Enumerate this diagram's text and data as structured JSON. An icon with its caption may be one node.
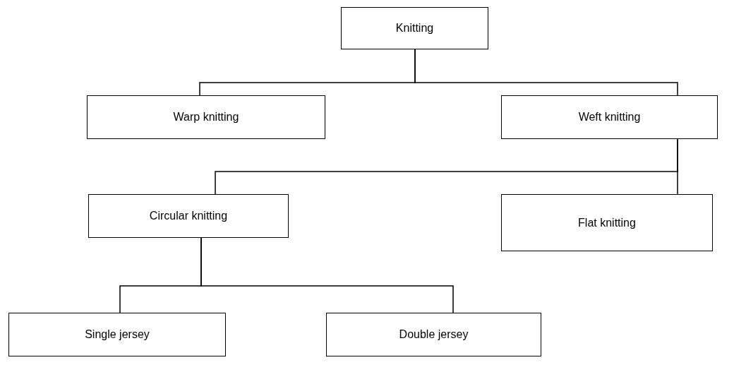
{
  "diagram": {
    "nodes": [
      {
        "text": [
          "Knitting"
        ]
      },
      {
        "text": [
          "Warp knitting"
        ]
      },
      {
        "text": [
          "Weft knitting"
        ]
      },
      {
        "text": [
          "Circular knitting"
        ]
      },
      {
        "text": [
          "Flat knitting"
        ]
      },
      {
        "text": [
          "Single jersey"
        ]
      },
      {
        "text": [
          "Double jersey"
        ]
      }
    ],
    "edges": [
      {
        "from": 0,
        "to": 1,
        "arrow": "none"
      },
      {
        "from": 0,
        "to": 2,
        "arrow": "none"
      },
      {
        "from": 2,
        "to": 3,
        "arrow": "none"
      },
      {
        "from": 2,
        "to": 4,
        "arrow": "none"
      },
      {
        "from": 3,
        "to": 5,
        "arrow": "none"
      },
      {
        "from": 3,
        "to": 6,
        "arrow": "none"
      }
    ]
  }
}
